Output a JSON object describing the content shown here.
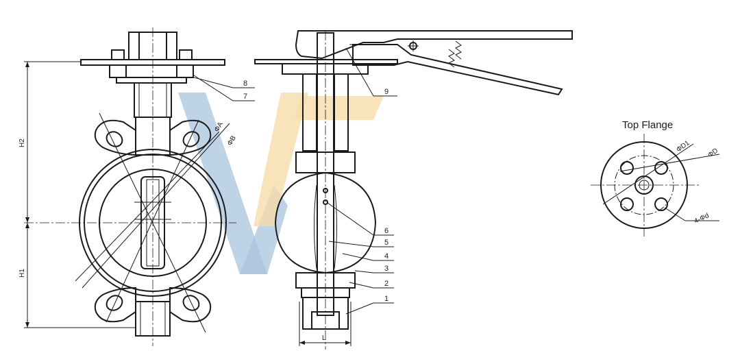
{
  "watermark": {
    "colors": {
      "blue": "#a9c4dd",
      "orange": "#f6dca9"
    }
  },
  "callouts": [
    "1",
    "2",
    "3",
    "4",
    "5",
    "6",
    "7",
    "8",
    "9"
  ],
  "dimensions": {
    "h1": "H1",
    "h2": "H2",
    "phi_a": "ΦA",
    "phi_b": "ΦB",
    "l": "L"
  },
  "top_flange": {
    "title": "Top Flange",
    "phi_d1": "ΦD1",
    "phi_d": "ΦD",
    "holes": "4-Φd"
  }
}
